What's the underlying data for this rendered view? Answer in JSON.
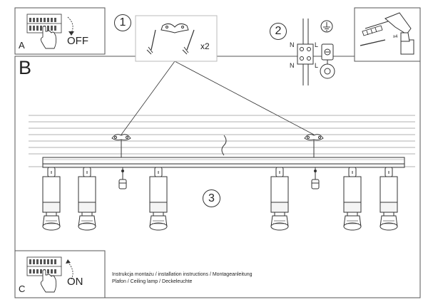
{
  "panel_a": {
    "letter": "A",
    "state": "OFF",
    "icons": [
      "breaker-panel-icon",
      "hand-icon",
      "arrow-down-icon"
    ]
  },
  "panel_b": {
    "letter": "B"
  },
  "panel_c": {
    "letter": "C",
    "state": "ON",
    "icons": [
      "breaker-panel-icon",
      "hand-icon",
      "arrow-up-icon"
    ]
  },
  "steps": [
    {
      "number": "1",
      "quantity": "x2"
    },
    {
      "number": "2",
      "wire_labels": [
        "N",
        "L",
        "N",
        "L"
      ]
    },
    {
      "number": "3"
    }
  ],
  "drill_box": {
    "quantity": "x4"
  },
  "footer": {
    "line1": "Instrukcja montażu / installation instructions / Montageanleitung",
    "line2": "Plafon / Ceiling lamp / Deckeleuchte"
  }
}
